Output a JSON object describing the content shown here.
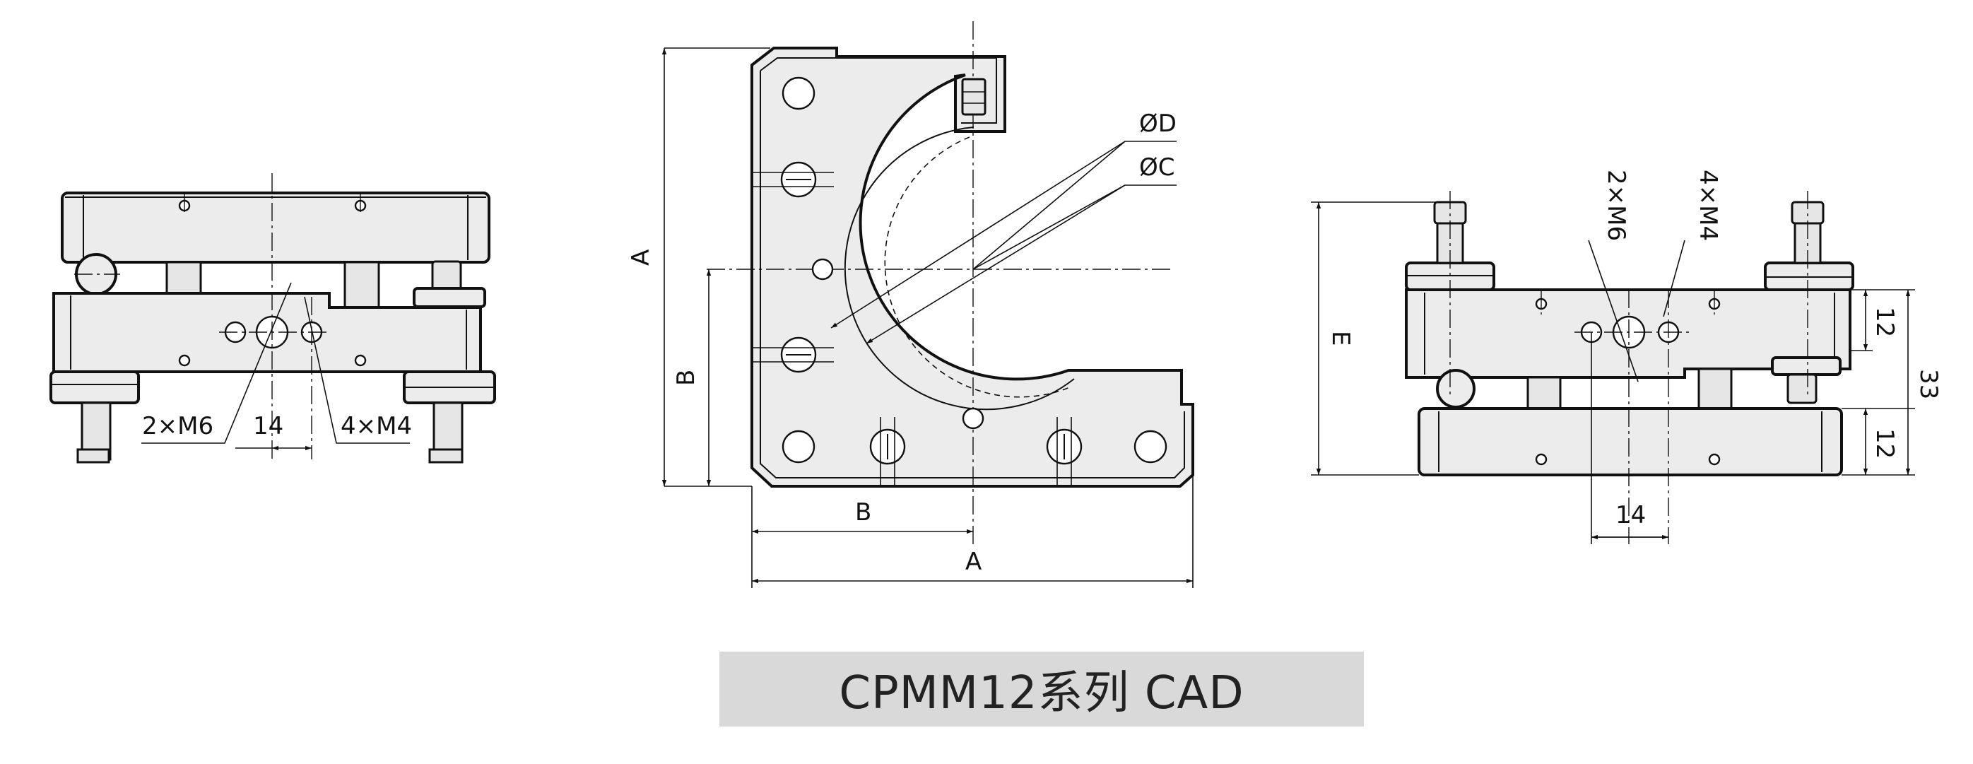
{
  "caption": "CPMM12系列  CAD",
  "left_view": {
    "label_2xm6": "2×M6",
    "label_14": "14",
    "label_4xm4": "4×M4"
  },
  "front_view": {
    "label_a_vertical": "A",
    "label_b_vertical": "B",
    "label_b_horizontal": "B",
    "label_a_horizontal": "A",
    "label_od": "ØD",
    "label_oc": "ØC"
  },
  "right_view": {
    "label_e": "E",
    "label_2xm6": "2×M6",
    "label_4xm4": "4×M4",
    "label_12_top": "12",
    "label_12_bottom": "12",
    "label_33": "33",
    "label_14": "14"
  }
}
